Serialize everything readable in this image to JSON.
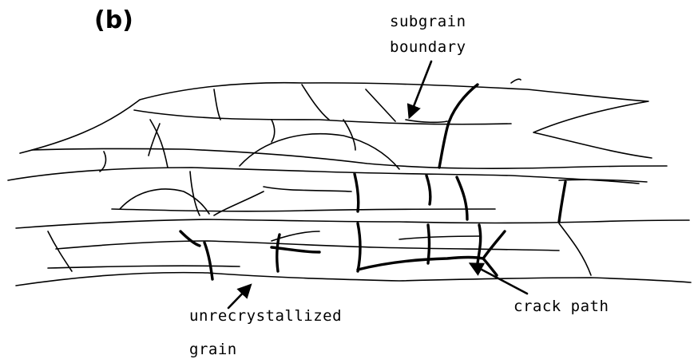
{
  "panel": "(b)",
  "labels": {
    "subgrain_line1": "subgrain",
    "subgrain_line2": "boundary",
    "unrecrystallized_line1": "unrecrystallized",
    "unrecrystallized_line2": "grain",
    "crack_path": "crack path"
  },
  "colors": {
    "line": "#000000",
    "background": "#ffffff"
  }
}
